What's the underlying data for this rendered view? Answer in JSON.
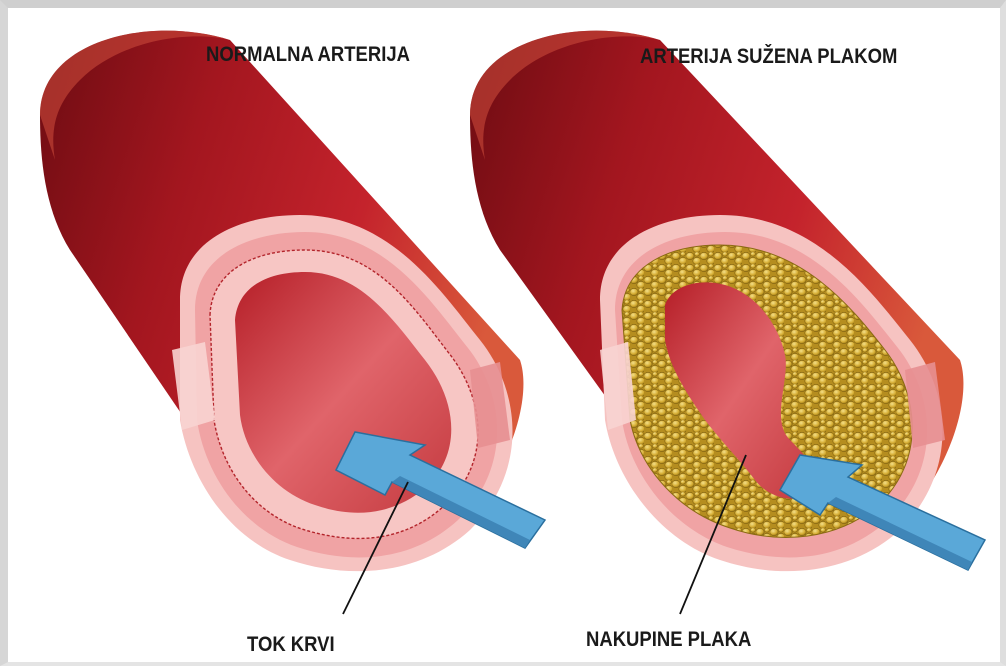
{
  "panels": [
    {
      "title": "NORMALNA ARTERIJA",
      "callout": "TOK KRVI"
    },
    {
      "title": "ARTERIJA SUŽENA PLAKOM",
      "callout": "NAKUPINE PLAKA"
    }
  ],
  "colors": {
    "vessel_dark": "#8a1218",
    "vessel_mid": "#c4232c",
    "vessel_highlight": "#d95a3a",
    "wall_pink": "#f2a7a6",
    "wall_light": "#f8cfcd",
    "lumen": "#d7454a",
    "plaque": "#d9b23a",
    "plaque_dark": "#9a7a14",
    "arrow": "#5aa8d8",
    "arrow_edge": "#2a6f9e"
  },
  "icons": [
    "artery-normal",
    "artery-plaque",
    "blood-flow-arrow",
    "leader-line"
  ]
}
